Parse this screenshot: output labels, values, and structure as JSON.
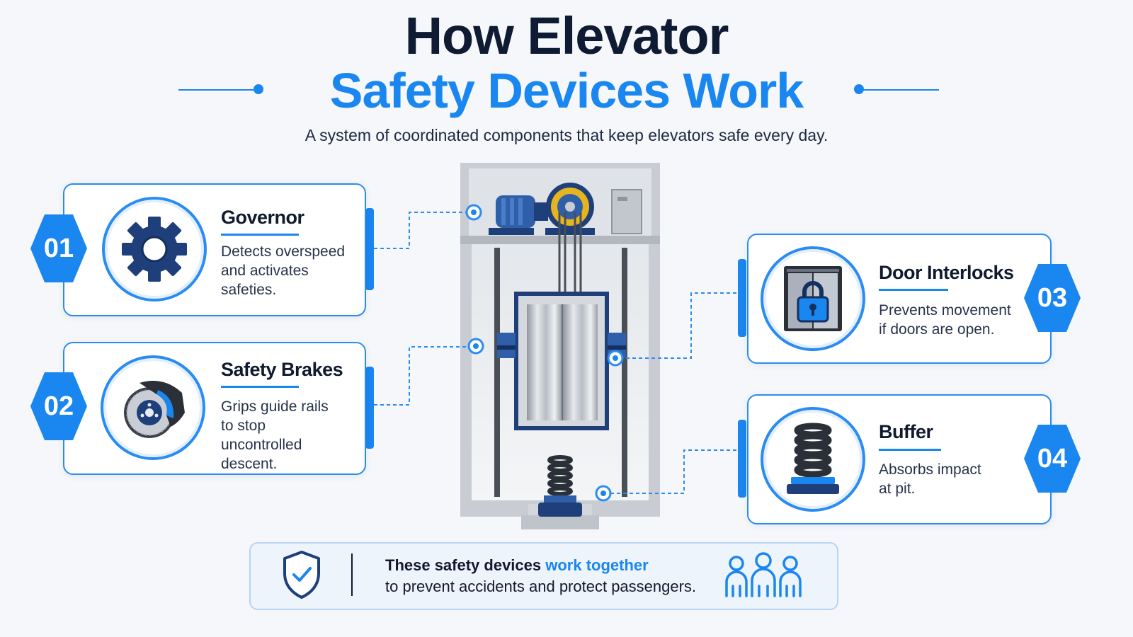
{
  "header": {
    "title_line1": "How Elevator",
    "title_line2": "Safety Devices Work",
    "subtitle": "A system of coordinated components that keep elevators safe every day."
  },
  "devices": [
    {
      "number": "01",
      "title": "Governor",
      "description": [
        "Detects overspeed",
        "and activates",
        "safeties."
      ],
      "icon": "gear-icon"
    },
    {
      "number": "02",
      "title": "Safety Brakes",
      "description": [
        "Grips guide rails",
        "to stop",
        "uncontrolled",
        "descent."
      ],
      "icon": "brake-disc-icon"
    },
    {
      "number": "03",
      "title": "Door Interlocks",
      "description": [
        "Prevents movement",
        "if doors are open."
      ],
      "icon": "door-lock-icon"
    },
    {
      "number": "04",
      "title": "Buffer",
      "description": [
        "Absorbs impact",
        "at pit."
      ],
      "icon": "spring-buffer-icon"
    }
  ],
  "footer": {
    "line1_before": "These safety devices ",
    "line1_highlight": "work together",
    "line2": "to prevent accidents and protect passengers.",
    "left_icon": "shield-check-icon",
    "right_icon": "people-group-icon"
  },
  "colors": {
    "accent": "#1a86f0",
    "title_dark": "#0f1a33",
    "background": "#f5f7fa",
    "icon_navy": "#1e3f7a"
  }
}
